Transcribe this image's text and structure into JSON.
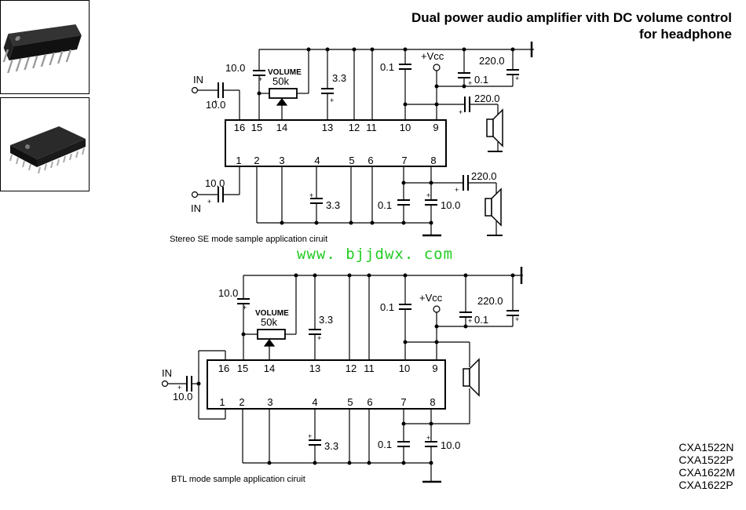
{
  "title": {
    "line1": "Dual power audio amplifier vith DC volume control",
    "line2": "for headphone"
  },
  "watermark": "www. bjjdwx. com",
  "captions": {
    "stereo": "Stereo SE mode sample application ciruit",
    "btl": "BTL mode sample application ciruit"
  },
  "part_numbers": [
    "CXA1522N",
    "CXA1522P",
    "CXA1622M",
    "CXA1622P"
  ],
  "packages": [
    "dip-package-icon",
    "sop-package-icon"
  ],
  "stereo": {
    "pins_top": [
      "16",
      "15",
      "14",
      "13",
      "12",
      "11",
      "10",
      "9"
    ],
    "pins_bottom": [
      "1",
      "2",
      "3",
      "4",
      "5",
      "6",
      "7",
      "8"
    ],
    "labels": {
      "in_top": "IN",
      "in_bottom": "IN",
      "c_in_top": "10.0",
      "c_in_bottom": "10.0",
      "c15": "10.0",
      "volume": "VOLUME",
      "pot": "50k",
      "c13": "3.3",
      "c10": "0.1",
      "vcc": "+Vcc",
      "c_supply_big": "220.0",
      "c_supply_small": "0.1",
      "c_out_top": "220.0",
      "c_out_bottom": "220.0",
      "c4": "3.3",
      "c7": "0.1",
      "c8": "10.0"
    }
  },
  "btl": {
    "pins_top": [
      "16",
      "15",
      "14",
      "13",
      "12",
      "11",
      "10",
      "9"
    ],
    "pins_bottom": [
      "1",
      "2",
      "3",
      "4",
      "5",
      "6",
      "7",
      "8"
    ],
    "labels": {
      "in": "IN",
      "c_in": "10.0",
      "c15": "10.0",
      "volume": "VOLUME",
      "pot": "50k",
      "c13": "3.3",
      "c10": "0.1",
      "vcc": "+Vcc",
      "c_supply_big": "220.0",
      "c_supply_small": "0.1",
      "c4": "3.3",
      "c7": "0.1",
      "c8": "10.0"
    }
  }
}
